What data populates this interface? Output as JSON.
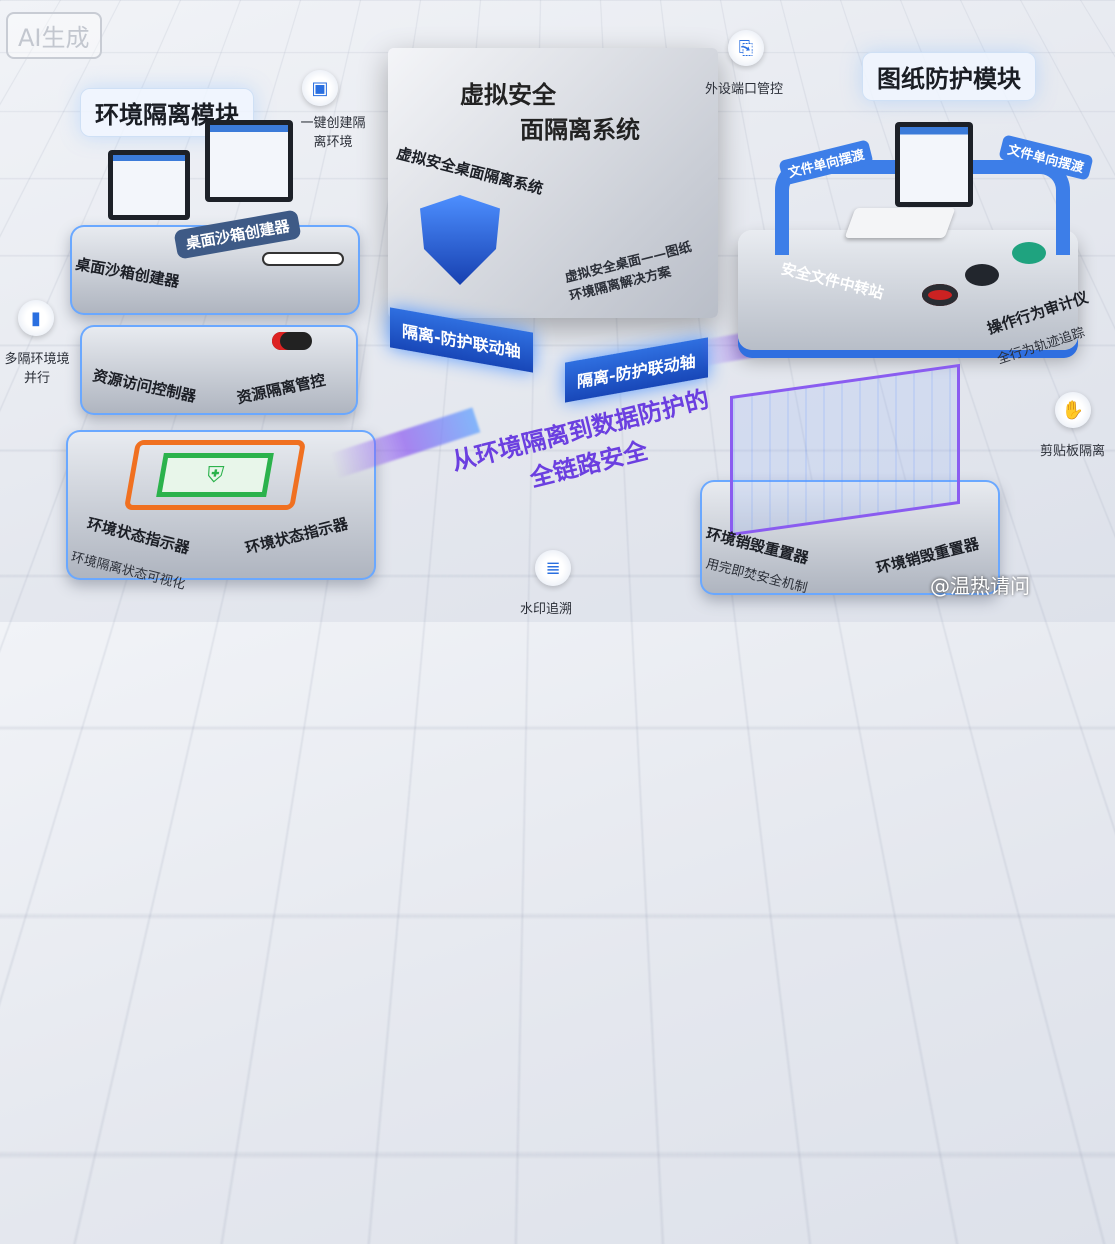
{
  "watermark_top": "AI生成",
  "watermark_bottom": "@温热请问",
  "env_module": {
    "title": "环境隔离模块",
    "feature": "一键创建隔离环境",
    "sandbox_label_top": "桌面沙箱创建器",
    "sandbox_label_side": "桌面沙箱创建器",
    "parallel": "多隔环境境并行",
    "resource_ctrl": "资源访问控制器",
    "resource_iso": "资源隔离管控",
    "status_label_1": "环境状态指示器",
    "status_label_2": "环境状态指示器",
    "status_desc": "环境隔离状态可视化"
  },
  "center": {
    "cube_top": "虚拟安全",
    "cube_top2": "面隔离系统",
    "cube_side": "虚拟安全桌面隔离系统",
    "cube_desc": "虚拟安全桌面——图纸环境隔离解决方案",
    "axis_1": "隔离-防护联动轴",
    "axis_2": "隔离-防护联动轴",
    "slogan_1": "从环境隔离到数据防护的",
    "slogan_2": "全链路安全"
  },
  "drawing_module": {
    "title": "图纸防护模块",
    "port": "外设端口管控",
    "ferry_1": "文件单向摆渡",
    "ferry_2": "文件单向摆渡",
    "transfer": "安全文件中转站",
    "audit": "操作行为审计仪",
    "audit_desc": "全行为轨迹追踪",
    "clipboard": "剪贴板隔离"
  },
  "reset": {
    "label_1": "环境销毁重置器",
    "label_2": "环境销毁重置器",
    "desc": "用完即焚安全机制",
    "watermark_trace": "水印追溯"
  },
  "colors": {
    "accent": "#2f6fe0",
    "purple": "#8a5cf0"
  }
}
